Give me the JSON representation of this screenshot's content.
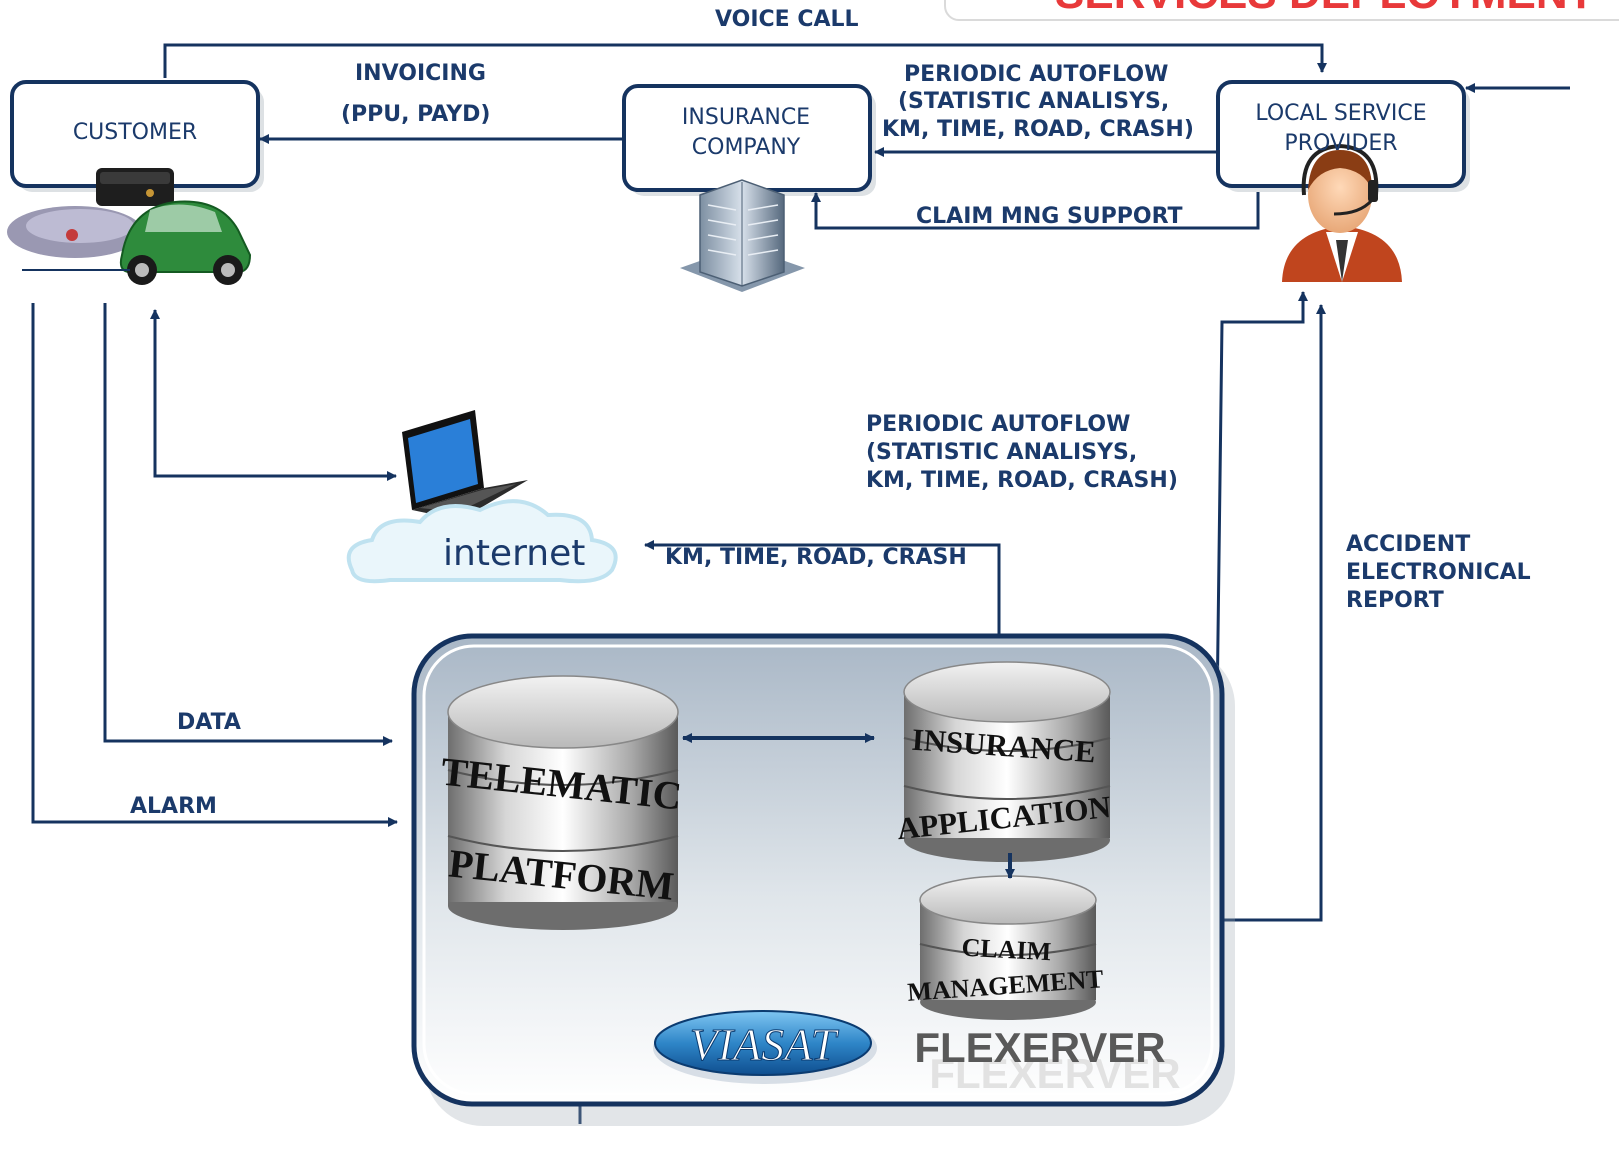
{
  "header": {
    "title_fragment": "SERVICES DEPLOYMENT"
  },
  "entities": {
    "customer": "CUSTOMER",
    "insurance_company": "INSURANCE COMPANY",
    "local_service_provider": "LOCAL SERVICE PROVIDER",
    "internet": "internet"
  },
  "flows": {
    "voice_call": "VOICE CALL",
    "invoicing": "INVOICING",
    "invoicing_detail": "(PPU, PAYD)",
    "periodic_top": [
      "PERIODIC AUTOFLOW",
      "(STATISTIC ANALISYS,",
      "KM, TIME, ROAD, CRASH)"
    ],
    "claim_mng_support": "CLAIM MNG SUPPORT",
    "periodic_mid": [
      "PERIODIC AUTOFLOW",
      "(STATISTIC ANALISYS,",
      "KM, TIME, ROAD, CRASH)"
    ],
    "km_time": "KM, TIME, ROAD, CRASH",
    "accident_report": [
      "ACCIDENT",
      "ELECTRONICAL",
      "REPORT"
    ],
    "data": "DATA",
    "alarm": "ALARM"
  },
  "databases": {
    "telematic": [
      "TELEMATIC",
      "PLATFORM"
    ],
    "insurance_app": [
      "INSURANCE",
      "APPLICATION"
    ],
    "claim": [
      "CLAIM",
      "MANAGEMENT"
    ]
  },
  "brand": {
    "viasat": "VIASAT",
    "flexerver": "FLEXERVER"
  },
  "colors": {
    "line": "#15335f",
    "label": "#1b3a6b",
    "title": "#e8393a"
  }
}
